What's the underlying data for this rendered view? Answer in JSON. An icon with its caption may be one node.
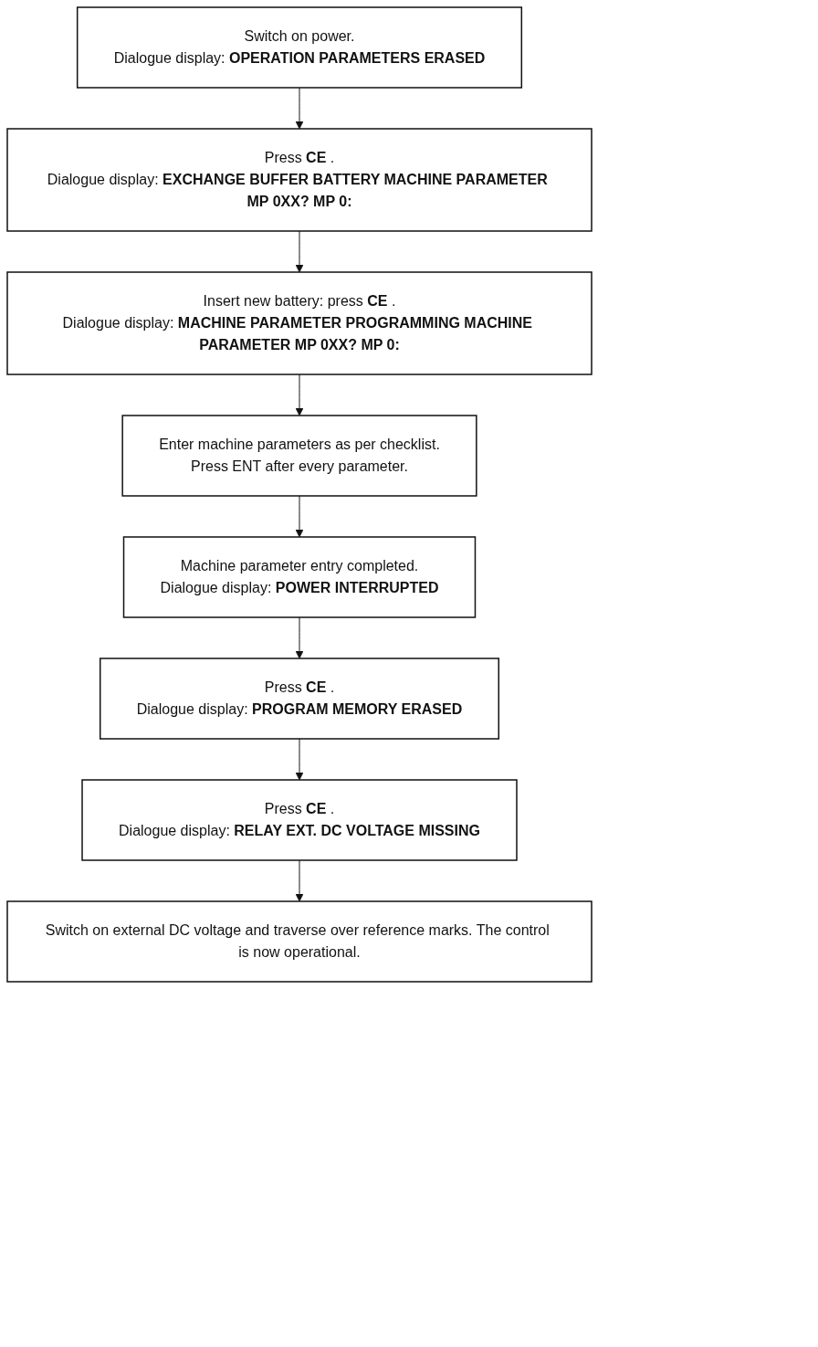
{
  "diagram": {
    "nodes": [
      {
        "text": [
          "Switch on power.",
          "Dialogue display: **OPERATION PARAMETERS ERASED**"
        ]
      },
      {
        "text": [
          "Press **CE** .",
          "Dialogue display: **EXCHANGE BUFFER BATTERY MACHINE PARAMETER MP 0XX? MP 0:**"
        ]
      },
      {
        "text": [
          "Insert new battery: press **CE** .",
          "Dialogue display: **MACHINE PARAMETER PROGRAMMING MACHINE PARAMETER MP 0XX? MP 0:**"
        ]
      },
      {
        "text": [
          "Enter machine parameters as per checklist.",
          "Press ENT after every parameter."
        ]
      },
      {
        "text": [
          "Machine parameter entry completed.",
          "Dialogue display: **POWER INTERRUPTED**"
        ]
      },
      {
        "text": [
          "Press **CE** .",
          "Dialogue display: **PROGRAM MEMORY ERASED**"
        ]
      },
      {
        "text": [
          "Press **CE** .",
          "Dialogue display: **RELAY EXT. DC VOLTAGE MISSING**"
        ]
      },
      {
        "text": [
          "Switch on external DC voltage and traverse over reference marks. The control is now operational."
        ]
      }
    ],
    "edges": [
      {
        "from": 0,
        "to": 1,
        "arrow": "to"
      },
      {
        "from": 1,
        "to": 2,
        "arrow": "to"
      },
      {
        "from": 2,
        "to": 3,
        "arrow": "to"
      },
      {
        "from": 3,
        "to": 4,
        "arrow": "to"
      },
      {
        "from": 4,
        "to": 5,
        "arrow": "to"
      },
      {
        "from": 5,
        "to": 6,
        "arrow": "to"
      },
      {
        "from": 6,
        "to": 7,
        "arrow": "to"
      }
    ]
  }
}
